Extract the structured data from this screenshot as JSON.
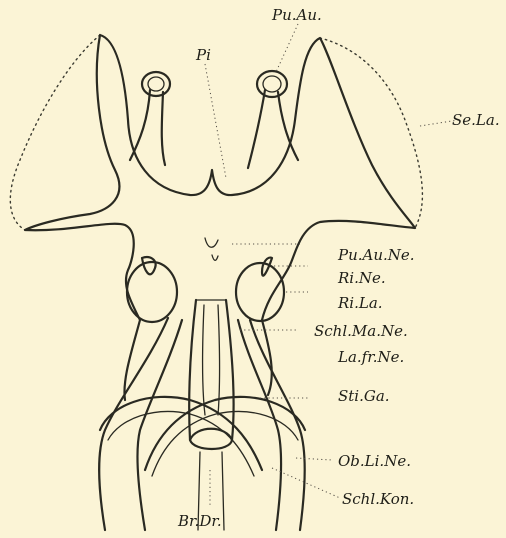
{
  "labels": {
    "pu_au": "Pu.Au.",
    "pi": "Pi",
    "se_la": "Se.La.",
    "pu_au_ne": "Pu.Au.Ne.",
    "ri_ne": "Ri.Ne.",
    "ri_la": "Ri.La.",
    "schl_ma_ne": "Schl.Ma.Ne.",
    "la_fr_ne": "La.fr.Ne.",
    "sti_ga": "Sti.Ga.",
    "ob_li_ne": "Ob.Li.Ne.",
    "schl_kon": "Schl.Kon.",
    "br_dr": "Br.Dr."
  },
  "colors": {
    "background": "#fbf4d6",
    "ink": "#2a2a22"
  }
}
